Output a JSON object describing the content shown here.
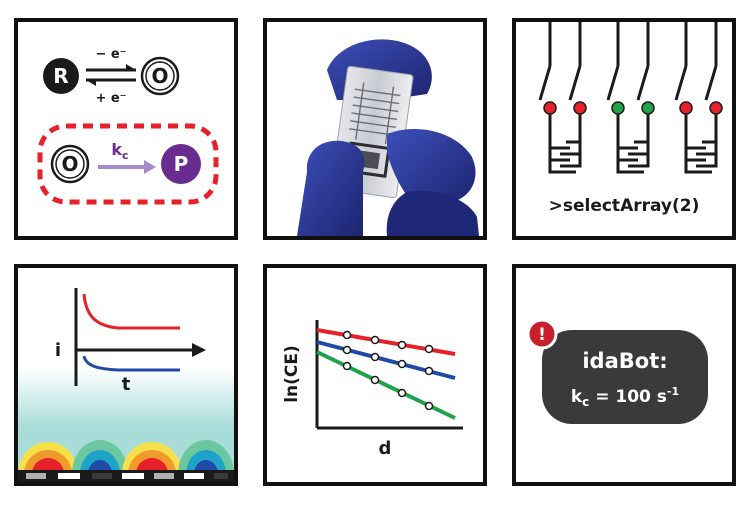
{
  "redox": {
    "reduced_species": "R",
    "oxidized_species": "O",
    "oxidation_label": "− e⁻",
    "reduction_label": "+ e⁻",
    "chemical_step": {
      "reactant": "O",
      "rate_constant_symbol": "k",
      "rate_constant_subscript": "c",
      "product": "P"
    }
  },
  "switch_array": {
    "command": ">selectArray(2)",
    "electrode_states": [
      "red",
      "red",
      "green",
      "green",
      "red",
      "red"
    ]
  },
  "chronoamperometry": {
    "current_label": "i",
    "time_label": "t"
  },
  "collection_plot": {
    "ylabel": "ln(CE)",
    "xlabel": "d"
  },
  "idabot": {
    "name": "idaBot:",
    "rate_symbol": "k",
    "rate_subscript": "c",
    "rate_text": " = 100 s",
    "rate_unit_exp": "-1",
    "alert_glyph": "!"
  },
  "colors": {
    "red": "#e8202a",
    "green": "#1fa24a",
    "blue": "#1f4aa8",
    "purple": "#6a2c91",
    "lavender": "#a78bc9",
    "dark_bubble": "#3a3a3a",
    "alert_red": "#c8202a"
  }
}
